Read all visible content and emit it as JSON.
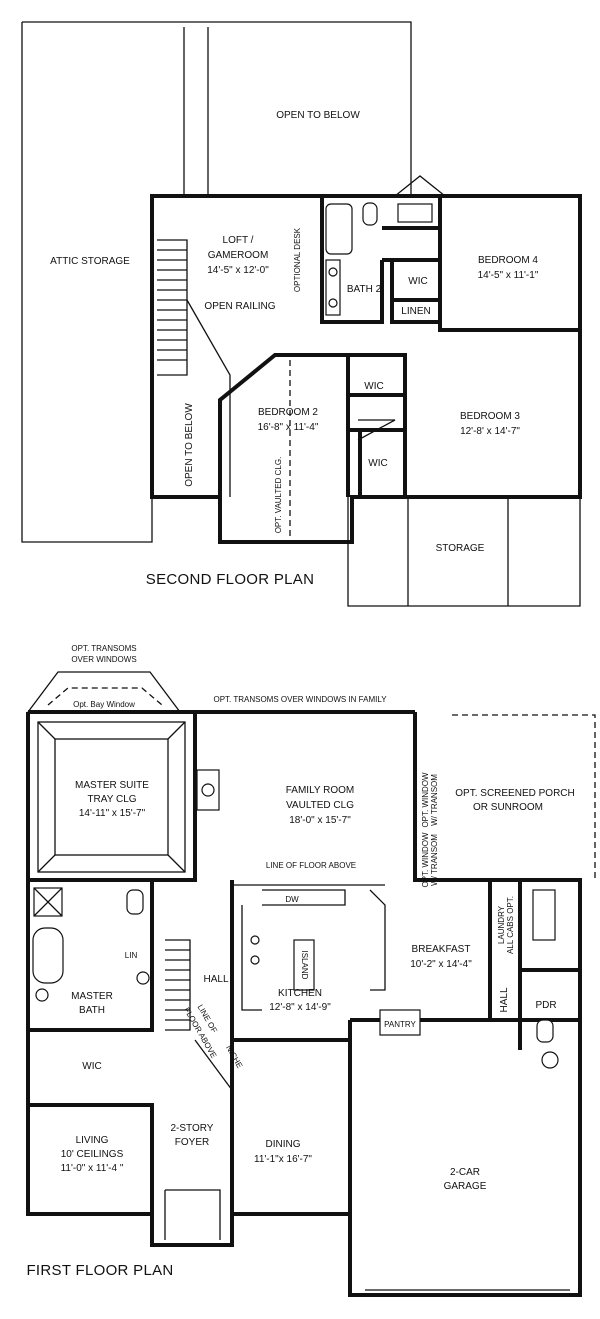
{
  "plans": [
    {
      "title": "SECOND FLOOR PLAN"
    },
    {
      "title": "FIRST FLOOR PLAN"
    }
  ],
  "second_floor": {
    "open_to_below_top": "OPEN TO BELOW",
    "attic_storage": "ATTIC STORAGE",
    "loft_name_1": "LOFT /",
    "loft_name_2": "GAMEROOM",
    "loft_dims": "14'-5\" x 12'-0\"",
    "optional_desk": "OPTIONAL DESK",
    "open_railing": "OPEN RAILING",
    "bath2": "BATH 2",
    "bedroom4_name": "BEDROOM 4",
    "bedroom4_dims": "14'-5\" x 11'-1\"",
    "wic_bed4": "WIC",
    "linen": "LINEN",
    "open_to_below_side": "OPEN TO BELOW",
    "bedroom2_name": "BEDROOM 2",
    "bedroom2_dims": "16'-8\" x 11'-4\"",
    "opt_vaulted": "OPT. VAULTED CLG.",
    "wic_upper": "WIC",
    "wic_lower": "WIC",
    "bedroom3_name": "BEDROOM 3",
    "bedroom3_dims": "12'-8' x 14'-7\"",
    "storage": "STORAGE"
  },
  "first_floor": {
    "opt_transoms_1": "OPT. TRANSOMS",
    "opt_transoms_2": "OVER WINDOWS",
    "opt_bay": "Opt. Bay Window",
    "transoms_family": "OPT. TRANSOMS OVER WINDOWS IN FAMILY",
    "master_1": "MASTER SUITE",
    "master_2": "TRAY CLG",
    "master_dims": "14'-11\" x 15'-7\"",
    "family_1": "FAMILY ROOM",
    "family_2": "VAULTED CLG",
    "family_dims": "18'-0\" x 15'-7\"",
    "opt_window_1": "OPT. WINDOW",
    "opt_window_1b": "W/ TRANSOM",
    "opt_window_2": "OPT. WINDOW",
    "opt_window_2b": "W/ TRANSOM",
    "porch_1": "OPT. SCREENED PORCH",
    "porch_2": "OR SUNROOM",
    "line_floor_above": "LINE OF FLOOR ABOVE",
    "dw": "DW",
    "laundry_1": "LAUNDRY",
    "laundry_2": "ALL CABS OPT.",
    "lin": "LIN",
    "hall_main": "HALL",
    "island": "ISLAND",
    "breakfast": "BREAKFAST",
    "breakfast_dims": "10'-2\" x 14'-4\"",
    "hall_side": "HALL",
    "pdr": "PDR",
    "master_bath_1": "MASTER",
    "master_bath_2": "BATH",
    "kitchen": "KITCHEN",
    "kitchen_dims": "12'-8\" x 14'-9\"",
    "line_of_1": "LINE OF",
    "line_of_2": "FLOOR ABOVE",
    "pantry": "PANTRY",
    "niche": "NICHE",
    "wic": "WIC",
    "living_1": "LIVING",
    "living_2": "10' CEILINGS",
    "living_dims": "11'-0\" x 11'-4 \"",
    "foyer_1": "2-STORY",
    "foyer_2": "FOYER",
    "dining": "DINING",
    "dining_dims": "11'-1\"x 16'-7\"",
    "garage_1": "2-CAR",
    "garage_2": "GARAGE"
  }
}
